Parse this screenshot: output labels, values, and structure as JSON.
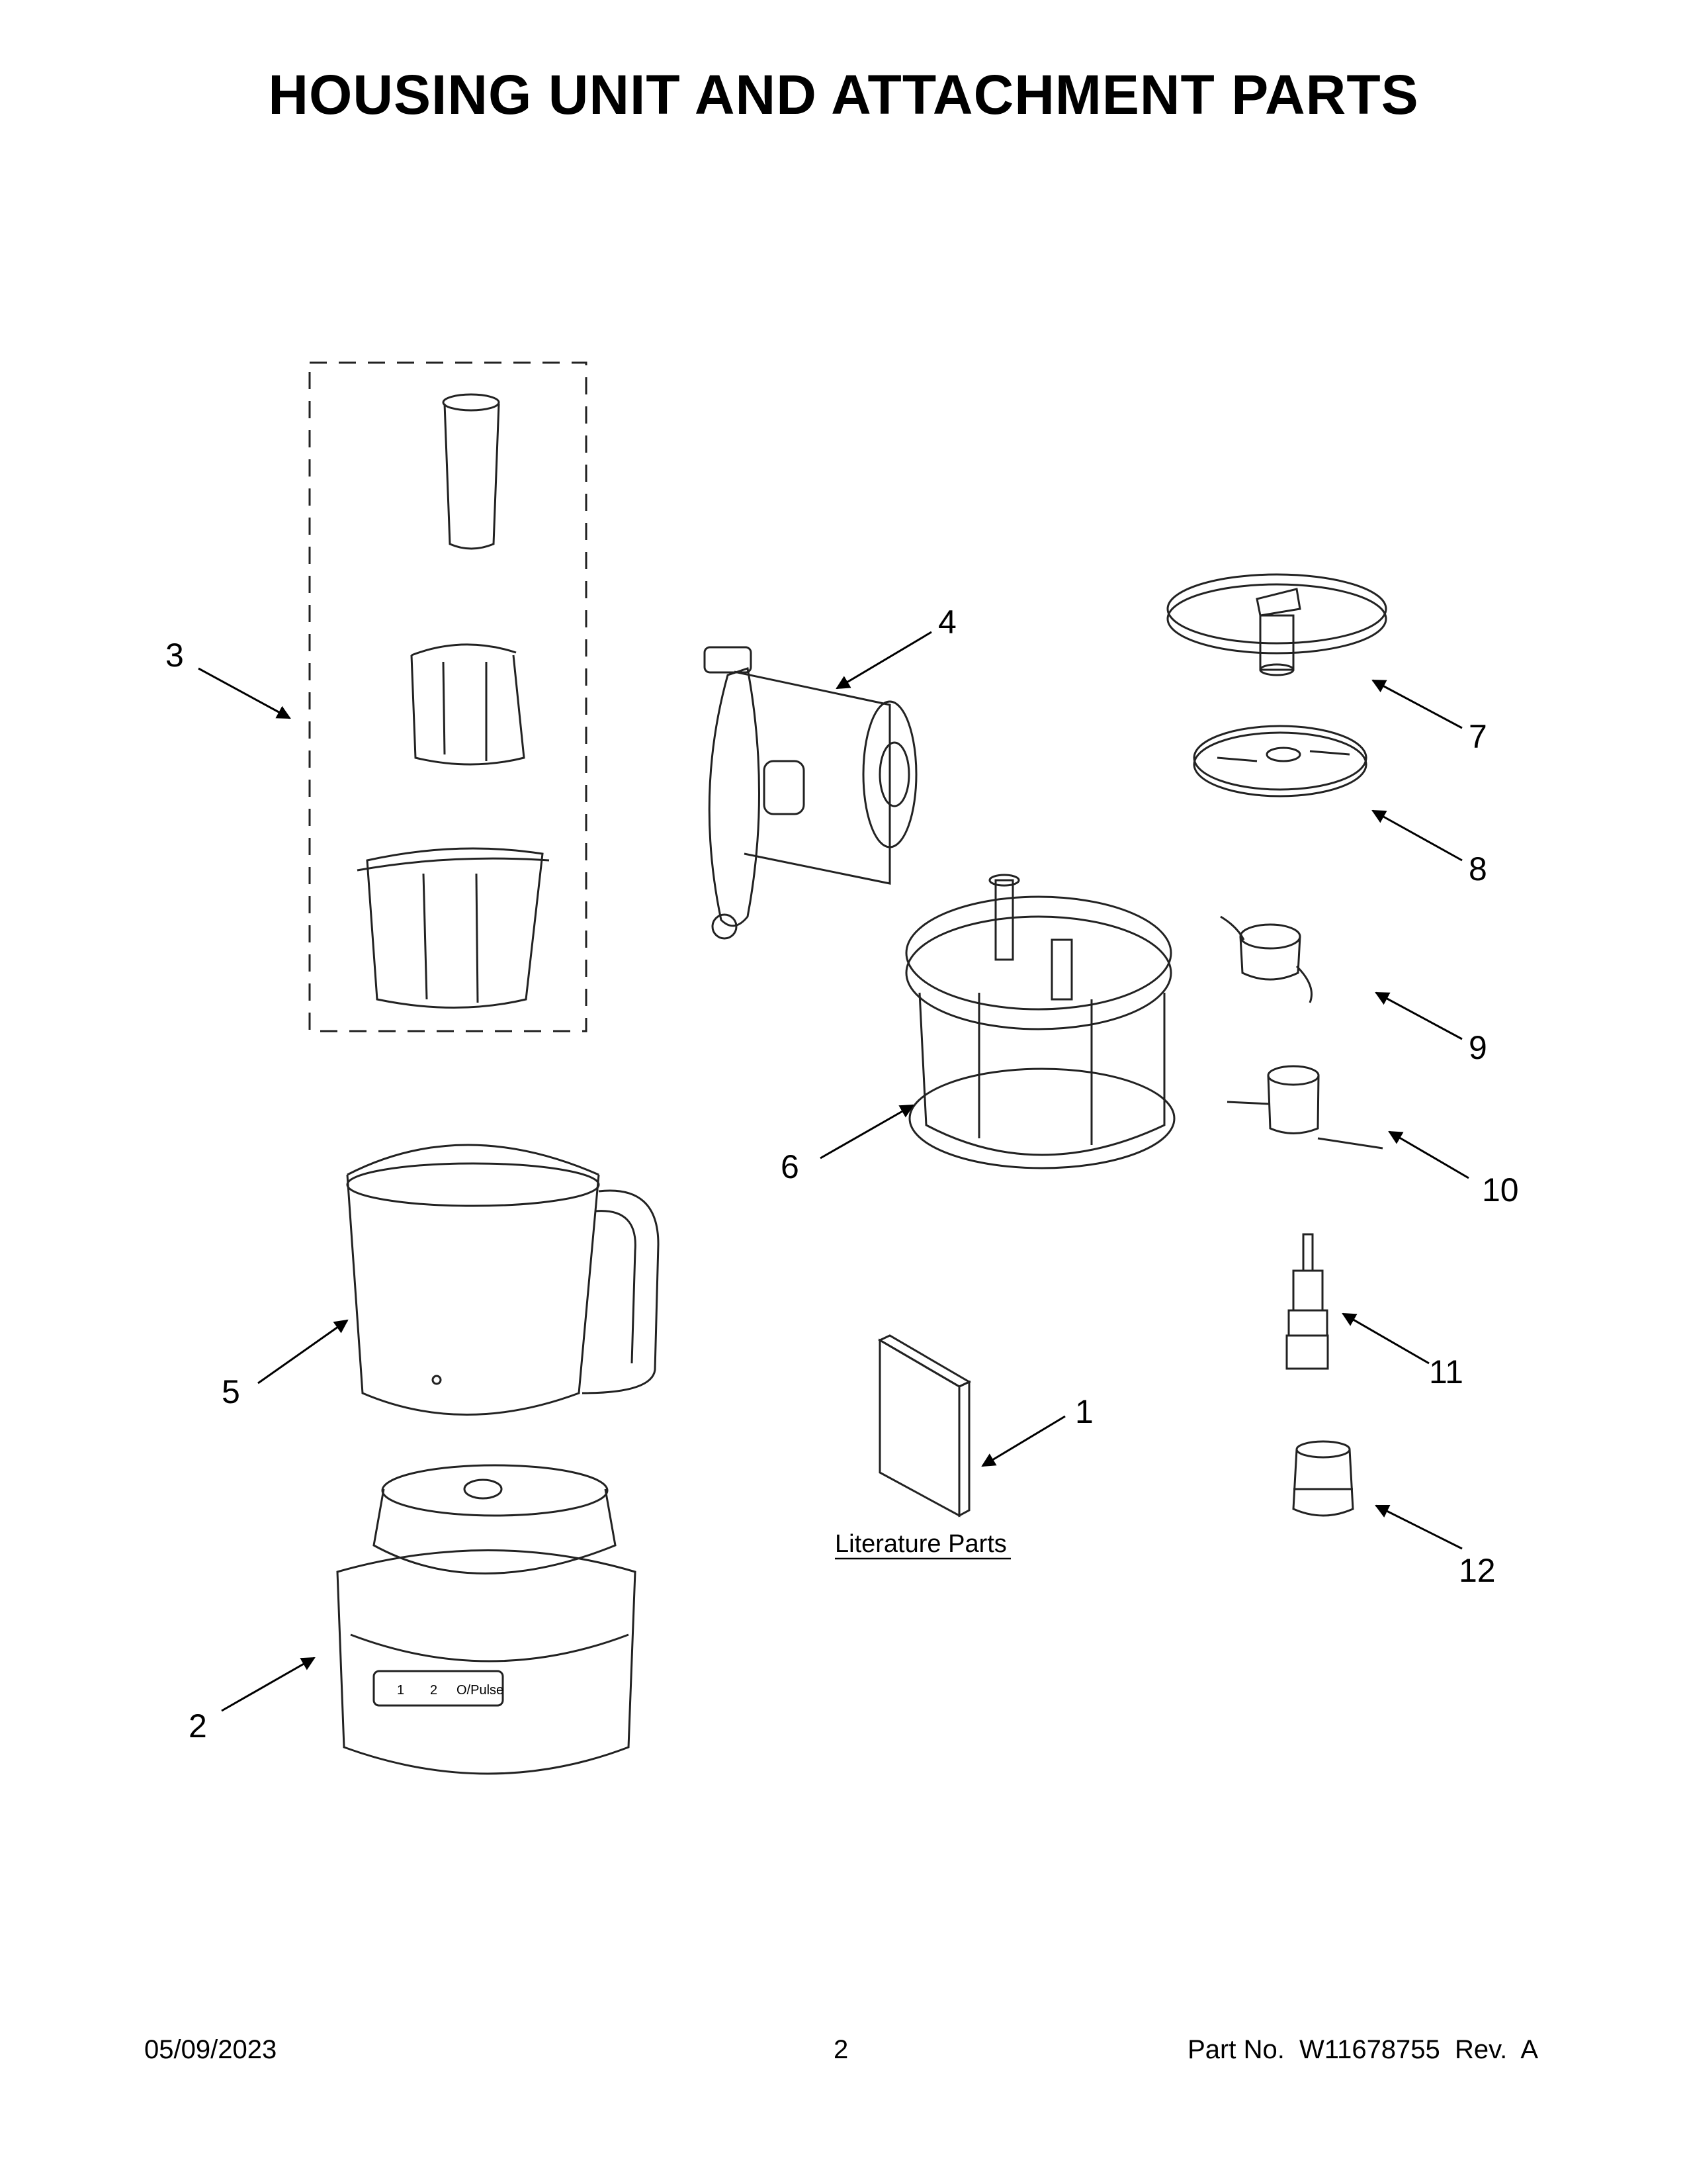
{
  "title": "HOUSING UNIT AND ATTACHMENT PARTS",
  "callouts": {
    "c1": "1",
    "c2": "2",
    "c3": "3",
    "c4": "4",
    "c5": "5",
    "c6": "6",
    "c7": "7",
    "c8": "8",
    "c9": "9",
    "c10": "10",
    "c11": "11",
    "c12": "12"
  },
  "literature_label": "Literature Parts",
  "control_buttons": {
    "b1": "1",
    "b2": "2",
    "b3": "O/Pulse"
  },
  "footer": {
    "date": "05/09/2023",
    "page": "2",
    "part_number": "Part No.  W11678755  Rev.  A"
  }
}
